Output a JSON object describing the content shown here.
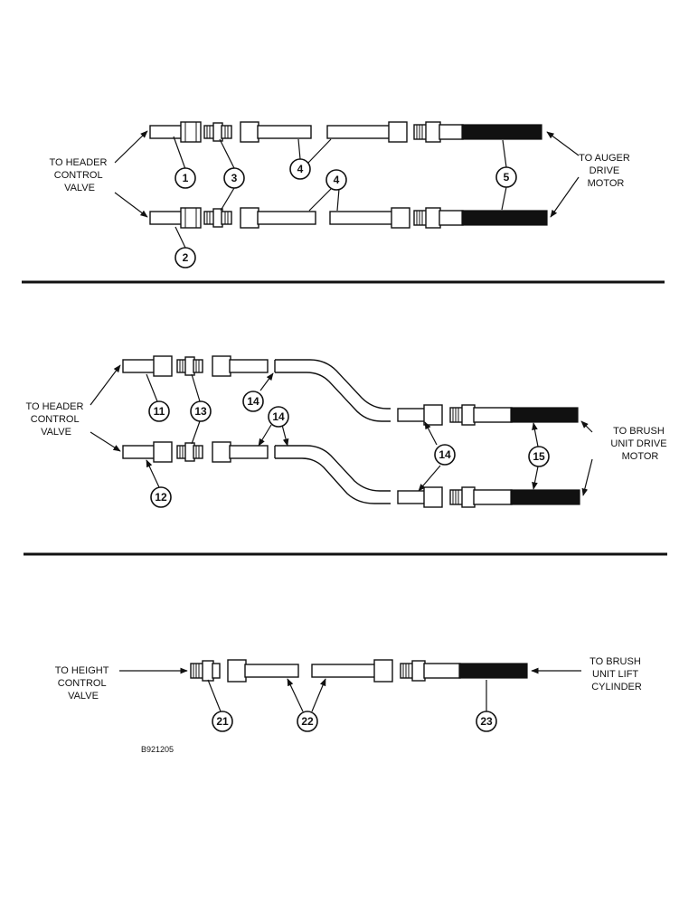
{
  "sections": [
    {
      "left_label": [
        "TO HEADER",
        "CONTROL",
        "VALVE"
      ],
      "right_label": [
        "TO AUGER",
        "DRIVE",
        "MOTOR"
      ],
      "callouts": [
        "1",
        "3",
        "4",
        "5",
        "4",
        "2"
      ]
    },
    {
      "left_label": [
        "TO HEADER",
        "CONTROL",
        "VALVE"
      ],
      "right_label": [
        "TO BRUSH",
        "UNIT DRIVE",
        "MOTOR"
      ],
      "callouts": [
        "11",
        "13",
        "14",
        "14",
        "14",
        "15",
        "12"
      ]
    },
    {
      "left_label": [
        "TO HEIGHT",
        "CONTROL",
        "VALVE"
      ],
      "right_label": [
        "TO BRUSH",
        "UNIT LIFT",
        "CYLINDER"
      ],
      "callouts": [
        "21",
        "22",
        "23"
      ]
    }
  ],
  "figure_code": "B921205",
  "colors": {
    "ink": "#111111",
    "paper": "#ffffff"
  }
}
